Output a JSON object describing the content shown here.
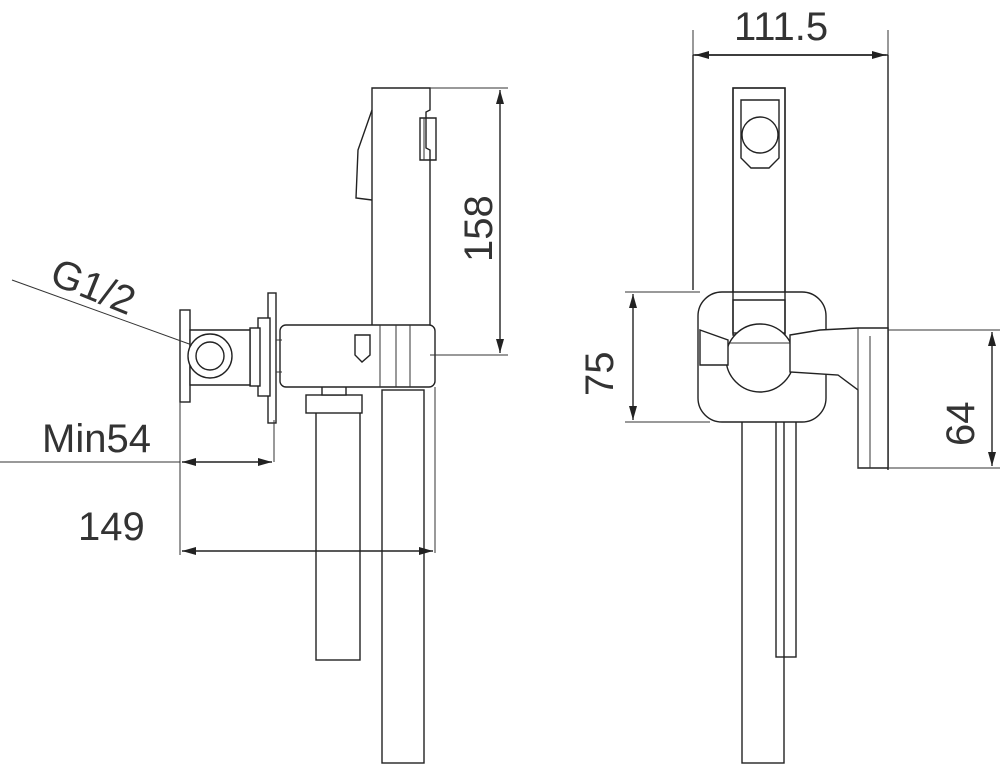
{
  "drawing": {
    "title": "",
    "dimensions": {
      "thread": "G1/2",
      "min_depth": "Min54",
      "overall_depth": "149",
      "spray_height": "158",
      "width": "111.5",
      "body_height": "75",
      "lever_height": "64"
    },
    "colors": {
      "line": "#222222",
      "hose_fill": "#8a8a8a",
      "background": "#ffffff"
    }
  }
}
